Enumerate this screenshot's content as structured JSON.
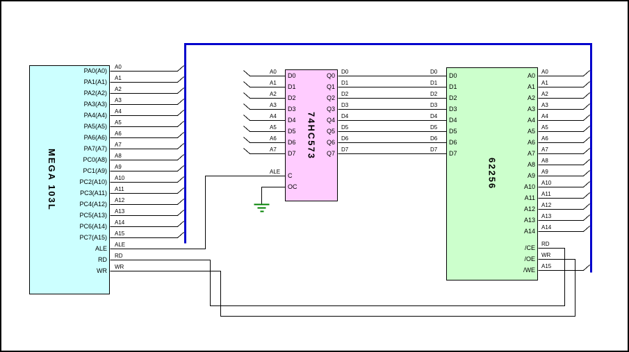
{
  "diagram": {
    "colors": {
      "bus": "#0000cc",
      "wire": "#000000",
      "ground": "#008000",
      "mcu_fill": "#ccffff",
      "latch_fill": "#ffccff",
      "sram_fill": "#ccffcc",
      "border": "#000000"
    },
    "chips": {
      "mcu": {
        "name": "MEGA 103L",
        "pins_right": [
          "PA0(A0)",
          "PA1(A1)",
          "PA2(A2)",
          "PA3(A3)",
          "PA4(A4)",
          "PA5(A5)",
          "PA6(A6)",
          "PA7(A7)",
          "PC0(A8)",
          "PC1(A9)",
          "PC2(A10)",
          "PC3(A11)",
          "PC4(A12)",
          "PC5(A13)",
          "PC6(A14)",
          "PC7(A15)",
          "ALE",
          "RD",
          "WR"
        ]
      },
      "latch": {
        "name": "74HC573",
        "pins_left": [
          "D0",
          "D1",
          "D2",
          "D3",
          "D4",
          "D5",
          "D6",
          "D7"
        ],
        "pin_latch_enable": "C",
        "pin_output_control": "OC",
        "pins_right": [
          "Q0",
          "Q1",
          "Q2",
          "Q3",
          "Q4",
          "Q5",
          "Q6",
          "Q7"
        ]
      },
      "sram": {
        "name": "62256",
        "pins_left": [
          "D0",
          "D1",
          "D2",
          "D3",
          "D4",
          "D5",
          "D6",
          "D7"
        ],
        "pins_right_address": [
          "A0",
          "A1",
          "A2",
          "A3",
          "A4",
          "A5",
          "A6",
          "A7",
          "A8",
          "A9",
          "A10",
          "A11",
          "A12",
          "A13",
          "A14"
        ],
        "pins_control": [
          "/CE",
          "/OE",
          "/WE"
        ]
      }
    },
    "nets": {
      "mcu_address": [
        "A0",
        "A1",
        "A2",
        "A3",
        "A4",
        "A5",
        "A6",
        "A7",
        "A8",
        "A9",
        "A10",
        "A11",
        "A12",
        "A13",
        "A14",
        "A15"
      ],
      "mcu_control": [
        "ALE",
        "RD",
        "WR"
      ],
      "latch_inputs": [
        "A0",
        "A1",
        "A2",
        "A3",
        "A4",
        "A5",
        "A6",
        "A7"
      ],
      "latch_enable": "ALE",
      "data_bus": [
        "D0",
        "D1",
        "D2",
        "D3",
        "D4",
        "D5",
        "D6",
        "D7"
      ],
      "sram_address": [
        "A0",
        "A1",
        "A2",
        "A3",
        "A4",
        "A5",
        "A6",
        "A7",
        "A8",
        "A9",
        "A10",
        "A11",
        "A12",
        "A13",
        "A14"
      ],
      "sram_control": [
        "RD",
        "WR",
        "A15"
      ]
    }
  }
}
